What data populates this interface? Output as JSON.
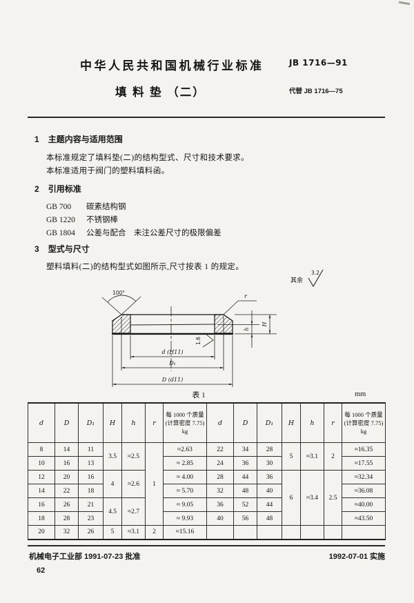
{
  "header": {
    "org": "中华人民共和国机械行业标准",
    "std_no": "JB 1716—91",
    "title": "填 料 垫 （二）",
    "replaces": "代替 JB 1716—75"
  },
  "s1": {
    "no": "1",
    "heading": "主题内容与适用范围",
    "line1": "本标准规定了填料垫(二)的结构型式、尺寸和技术要求。",
    "line2": "本标准适用于阀门的塑料填料函。"
  },
  "s2": {
    "no": "2",
    "heading": "引用标准",
    "refs": [
      {
        "code": "GB 700",
        "name": "碳素结构钢"
      },
      {
        "code": "GB 1220",
        "name": "不锈钢棒"
      },
      {
        "code": "GB 1804",
        "name": "公差与配合　未注公差尺寸的极限偏差"
      }
    ]
  },
  "s3": {
    "no": "3",
    "heading": "型式与尺寸",
    "line1": "塑料填料(二)的结构型式如图所示,尺寸按表 1 的规定。"
  },
  "figure": {
    "general_roughness_prefix": "其余",
    "general_roughness": "3.2",
    "angle": "100°",
    "radius": "r",
    "inner_roughness": "1.6",
    "dim_d": "d (H11)",
    "dim_D1": "D₁",
    "dim_D": "D (d11)",
    "dim_h": "h",
    "dim_H": "H"
  },
  "table": {
    "caption": "表 1",
    "unit": "mm",
    "cols": [
      "d",
      "D",
      "D₁",
      "H",
      "h",
      "r"
    ],
    "mass_header": {
      "l1": "每 1000 个质量",
      "l2": "(计算密度 7.75)",
      "l3": "kg"
    },
    "left": {
      "rows": [
        {
          "d": "8",
          "D": "14",
          "D1": "11",
          "mass": "≈2.63"
        },
        {
          "d": "10",
          "D": "16",
          "D1": "13",
          "mass": "≈ 2.85"
        },
        {
          "d": "12",
          "D": "20",
          "D1": "16",
          "mass": "≈ 4.00"
        },
        {
          "d": "14",
          "D": "22",
          "D1": "18",
          "mass": "≈ 5.70"
        },
        {
          "d": "16",
          "D": "26",
          "D1": "21",
          "mass": "≈ 9.05"
        },
        {
          "d": "18",
          "D": "28",
          "D1": "23",
          "mass": "≈ 9.93"
        },
        {
          "d": "20",
          "D": "32",
          "D1": "26",
          "mass": "≈15.16"
        }
      ],
      "H": [
        "3.5",
        "4",
        "4.5",
        "5"
      ],
      "h": [
        "≈2.5",
        "≈2.6",
        "≈2.7",
        "≈3.1"
      ],
      "r": [
        "1",
        "2"
      ]
    },
    "right": {
      "rows": [
        {
          "d": "22",
          "D": "34",
          "D1": "28",
          "mass": "≈16.35"
        },
        {
          "d": "24",
          "D": "36",
          "D1": "30",
          "mass": "≈17.55"
        },
        {
          "d": "28",
          "D": "44",
          "D1": "36",
          "mass": "≈32.34"
        },
        {
          "d": "32",
          "D": "48",
          "D1": "40",
          "mass": "≈36.08"
        },
        {
          "d": "36",
          "D": "52",
          "D1": "44",
          "mass": "≈40.00"
        },
        {
          "d": "40",
          "D": "56",
          "D1": "48",
          "mass": "≈43.50"
        }
      ],
      "H": [
        "5",
        "6"
      ],
      "h": [
        "≈3.1",
        "≈3.4"
      ],
      "r": [
        "2",
        "2.5"
      ]
    }
  },
  "footer": {
    "approved": "机械电子工业部 1991-07-23 批准",
    "effective": "1992-07-01 实施",
    "page": "62"
  }
}
